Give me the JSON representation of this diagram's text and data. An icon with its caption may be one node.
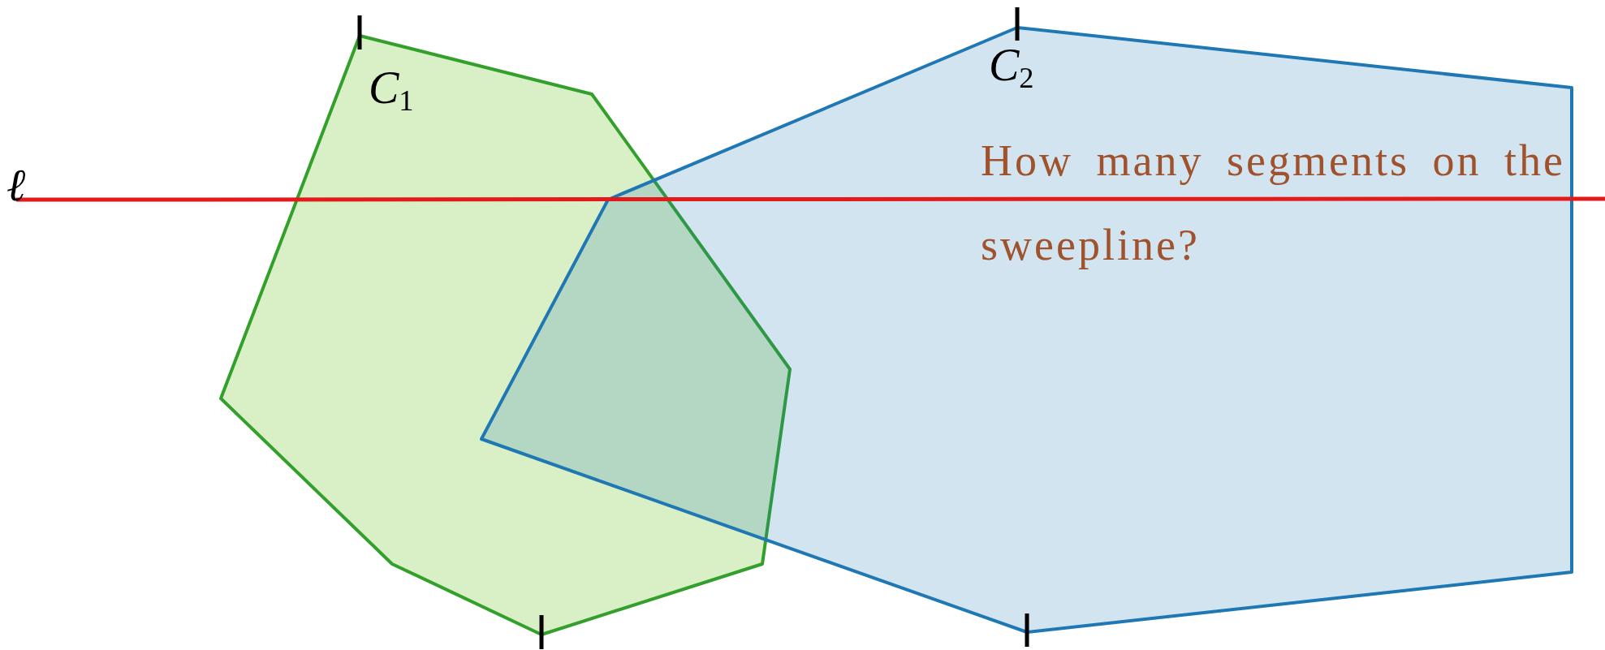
{
  "diagram": {
    "nodes": [
      {
        "text": [
          "*C*$_{1}$"
        ]
      },
      {
        "text": [
          "*C*$_{2}$"
        ]
      }
    ],
    "labels": [
      "ℓ",
      "How many segments on the sweepline?"
    ]
  }
}
